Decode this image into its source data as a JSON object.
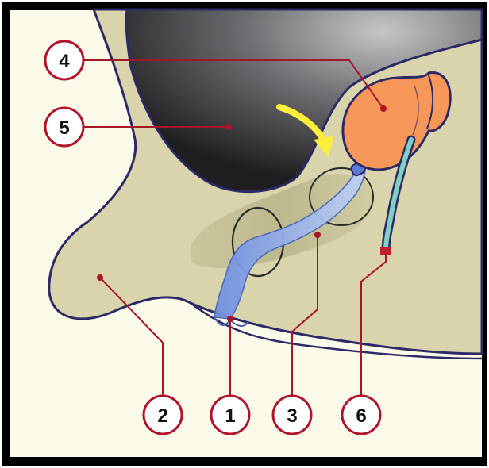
{
  "colors": {
    "frame": "#000000",
    "background": "#fcfbea",
    "tissue": "#d9d4ab",
    "outline": "#2c2a66",
    "callout_line": "#a8142a",
    "callout_border": "#b0132b",
    "cavity_dark": "#1f1f22",
    "cavity_light": "#b5b5b8",
    "orange_structure": "#f7985a",
    "tube_blue": "#8aa6e8",
    "duct_teal": "#7fd1c4",
    "arrow_yellow": "#ffef3a"
  },
  "callouts": [
    {
      "id": "4",
      "text": "4"
    },
    {
      "id": "5",
      "text": "5"
    },
    {
      "id": "2",
      "text": "2"
    },
    {
      "id": "1",
      "text": "1"
    },
    {
      "id": "3",
      "text": "3"
    },
    {
      "id": "6",
      "text": "6"
    }
  ]
}
